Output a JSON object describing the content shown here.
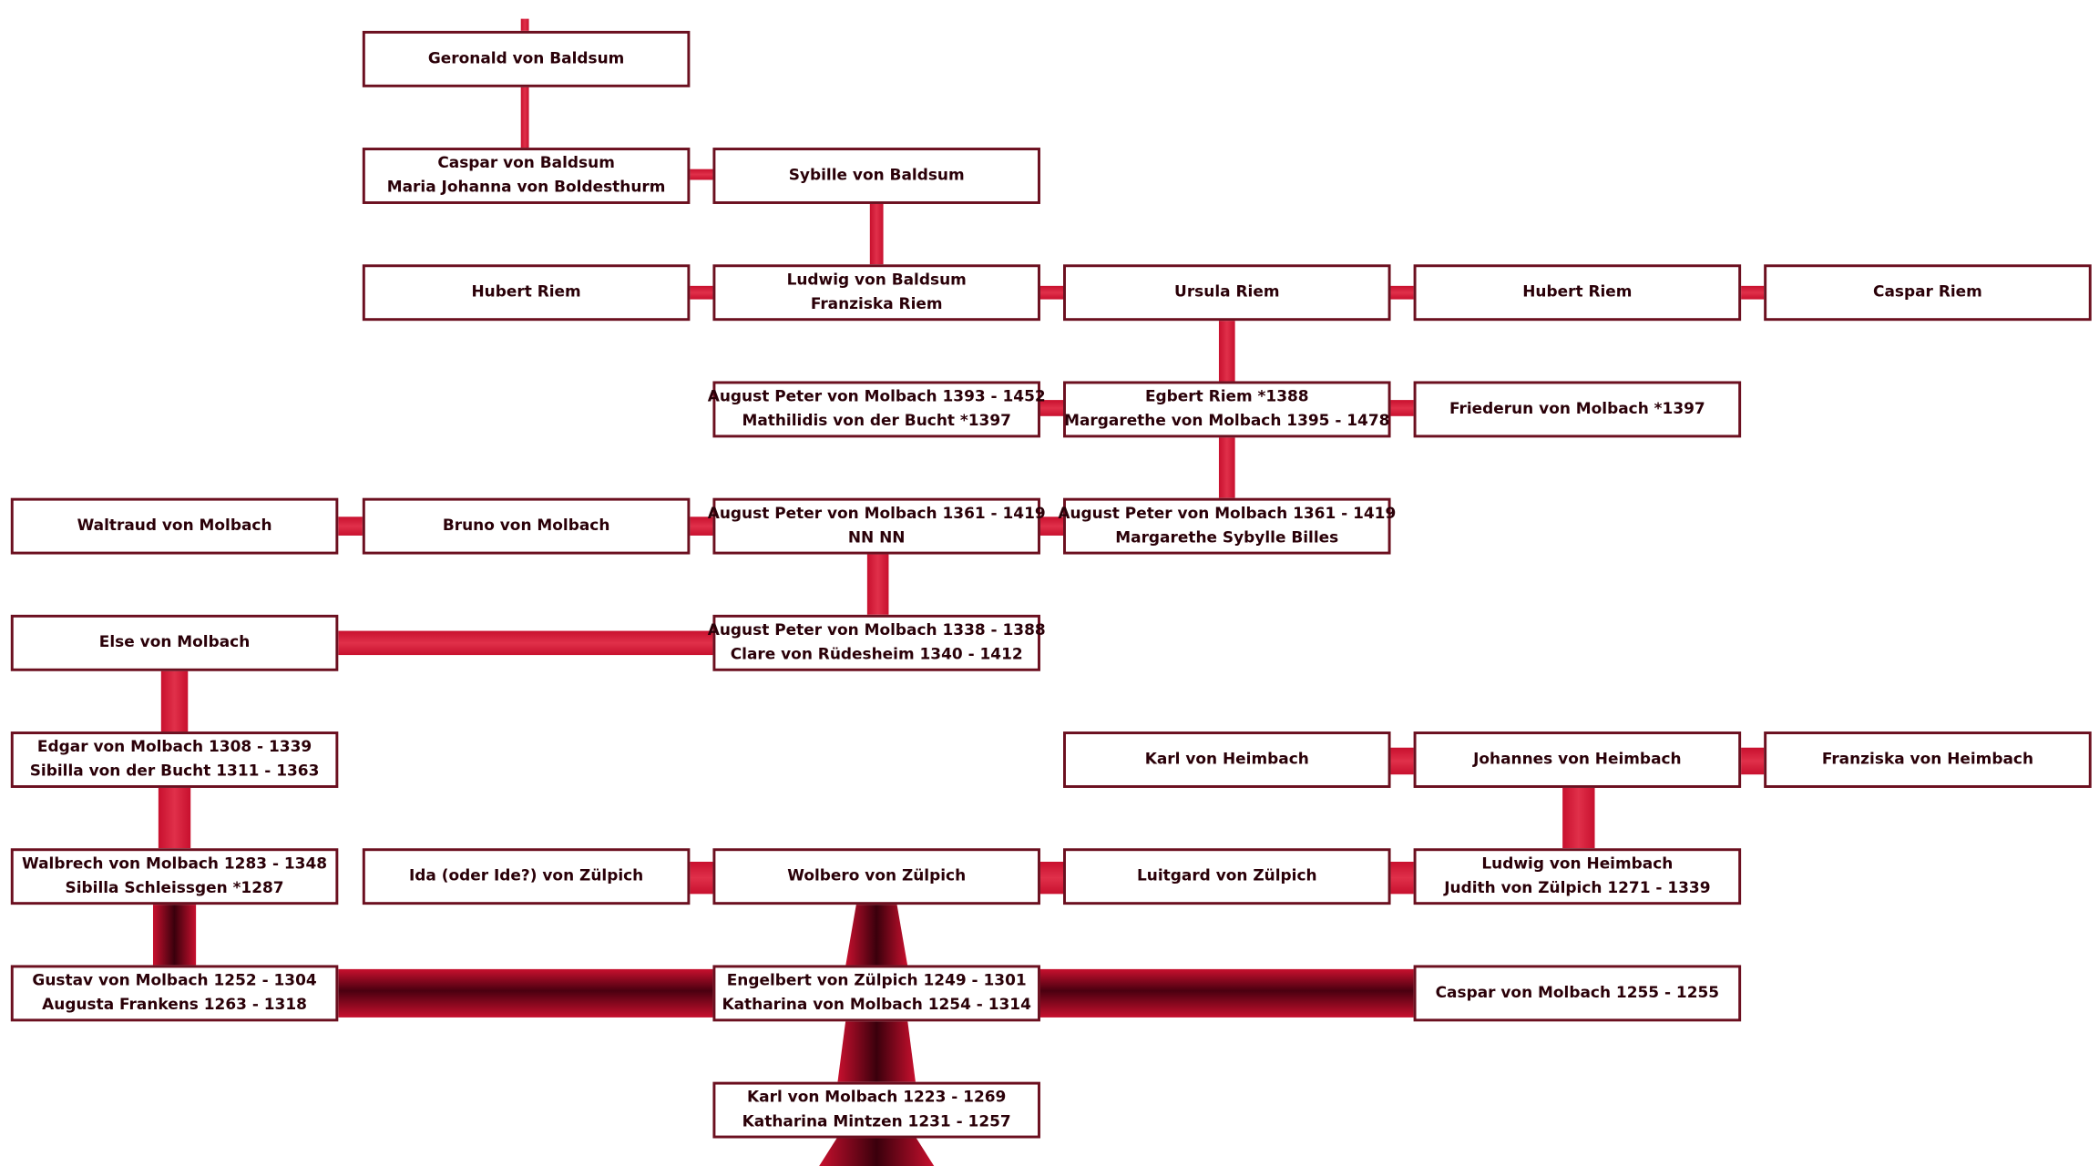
{
  "palette": {
    "connector": "#c8102e",
    "connector_dark": "#4a0010",
    "box_border": "#6b0f1f",
    "text": "#2a0008"
  },
  "people": {
    "geronald": [
      "Geronald von Baldsum"
    ],
    "caspar_maria": [
      "Caspar von Baldsum",
      "Maria Johanna von Boldesthurm"
    ],
    "sybille": [
      "Sybille von Baldsum"
    ],
    "hubert_riem_1": [
      "Hubert Riem"
    ],
    "ludwig_franziska": [
      "Ludwig von Baldsum",
      "Franziska Riem"
    ],
    "ursula_riem": [
      "Ursula Riem"
    ],
    "hubert_riem_2": [
      "Hubert Riem"
    ],
    "caspar_riem": [
      "Caspar Riem"
    ],
    "august_mathilidis": [
      "August Peter von Molbach 1393 - 1452",
      "Mathilidis von der Bucht *1397"
    ],
    "egbert_margarethe": [
      "Egbert Riem *1388",
      "Margarethe von Molbach 1395 - 1478"
    ],
    "friederun": [
      "Friederun von Molbach *1397"
    ],
    "waltraud": [
      "Waltraud von Molbach"
    ],
    "bruno": [
      "Bruno von Molbach"
    ],
    "august_nn": [
      "August Peter von Molbach 1361 - 1419",
      "NN NN"
    ],
    "august_margarethe": [
      "August Peter von Molbach 1361 - 1419",
      "Margarethe Sybylle Billes"
    ],
    "else": [
      "Else von Molbach"
    ],
    "august_clare": [
      "August Peter von Molbach 1338 - 1388",
      "Clare von Rüdesheim 1340 - 1412"
    ],
    "edgar_sibilla": [
      "Edgar von Molbach 1308 - 1339",
      "Sibilla von der Bucht 1311 - 1363"
    ],
    "karl_heimbach": [
      "Karl von Heimbach"
    ],
    "johannes_heimbach": [
      "Johannes von Heimbach"
    ],
    "franziska_heimbach": [
      "Franziska von Heimbach"
    ],
    "walbrech_sibilla": [
      "Walbrech von Molbach 1283 - 1348",
      "Sibilla Schleissgen *1287"
    ],
    "ida": [
      "Ida (oder Ide?) von Zülpich"
    ],
    "wolbero": [
      "Wolbero von Zülpich"
    ],
    "luitgard": [
      "Luitgard von Zülpich"
    ],
    "ludwig_judith": [
      "Ludwig von Heimbach",
      "Judith von Zülpich 1271 - 1339"
    ],
    "gustav_augusta": [
      "Gustav von Molbach 1252 - 1304",
      "Augusta Frankens 1263 - 1318"
    ],
    "engelbert_katharina": [
      "Engelbert von Zülpich 1249 - 1301",
      "Katharina von Molbach 1254 - 1314"
    ],
    "caspar_molbach": [
      "Caspar von Molbach 1255 - 1255"
    ],
    "karl_katharina": [
      "Karl von Molbach 1223 - 1269",
      "Katharina Mintzen 1231 - 1257"
    ]
  }
}
